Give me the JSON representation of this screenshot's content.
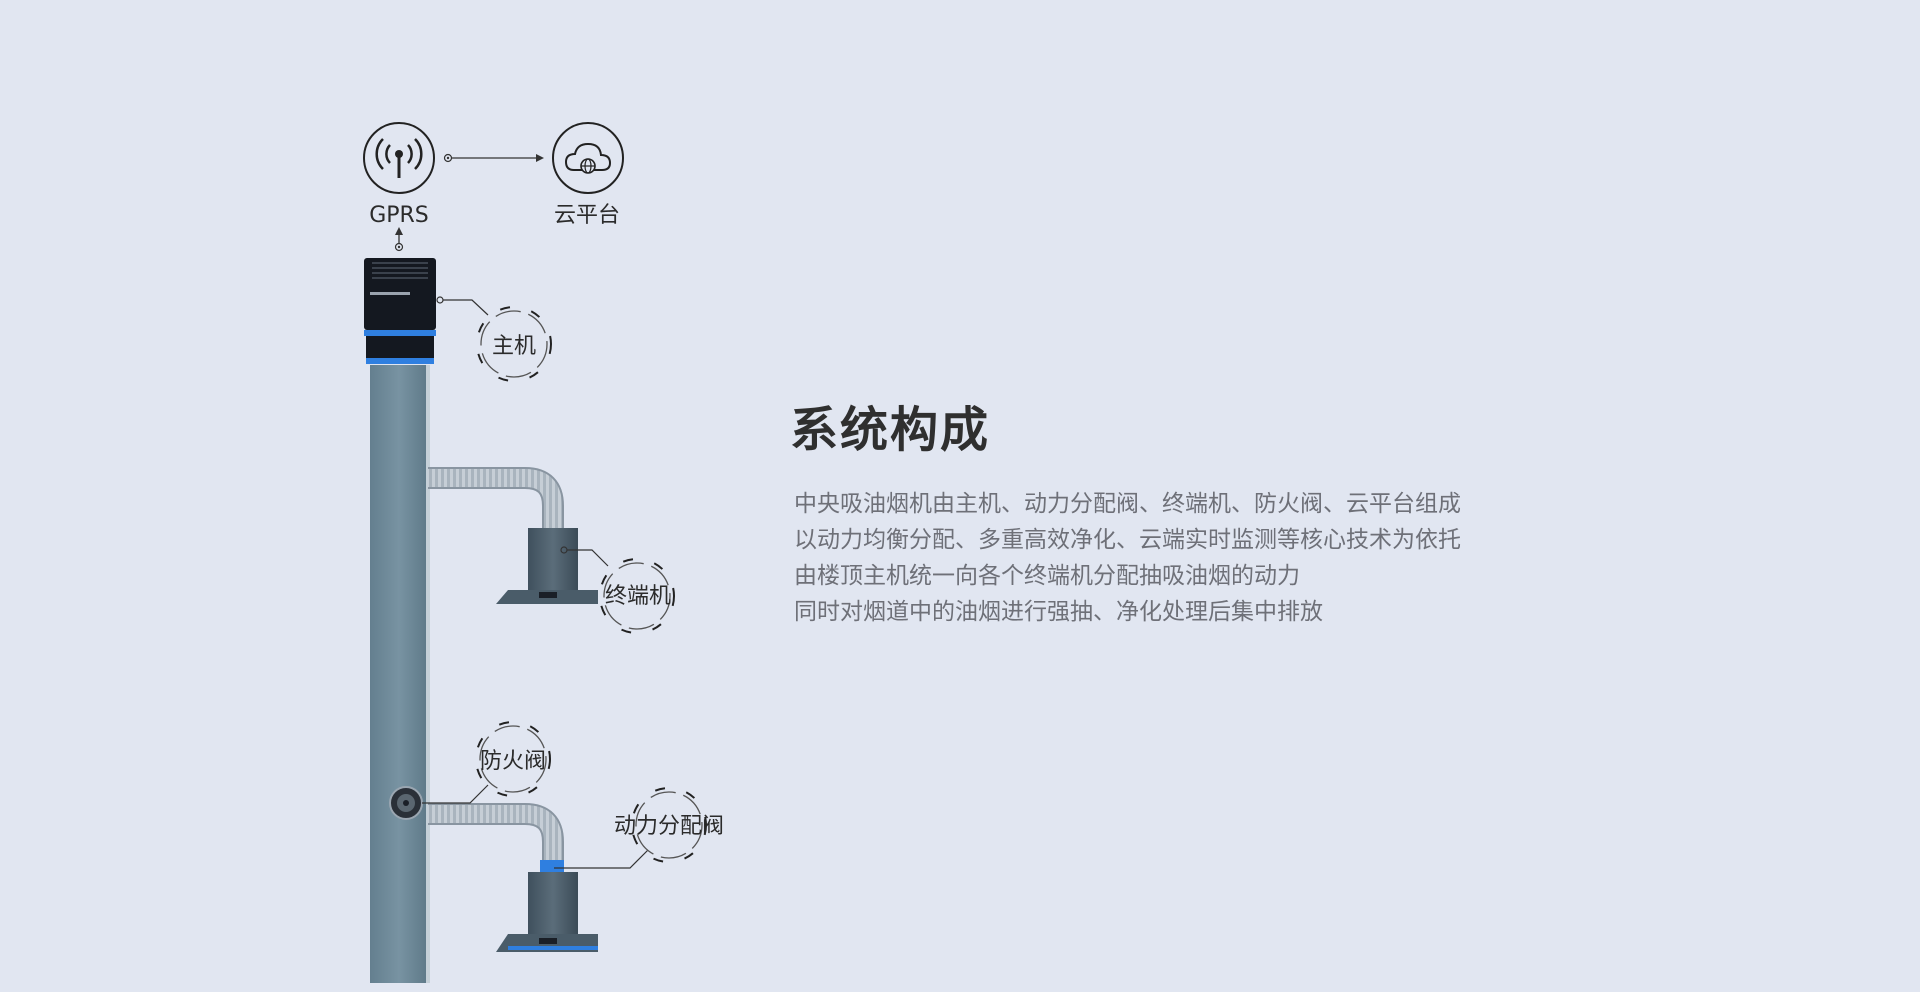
{
  "diagram": {
    "labels": {
      "gprs": "GPRS",
      "cloud": "云平台",
      "host": "主机",
      "terminal": "终端机",
      "fire_damper": "防火阀",
      "power_valve": "动力分配阀"
    }
  },
  "section": {
    "title": "系统构成",
    "paragraphs": [
      "中央吸油烟机由主机、动力分配阀、终端机、防火阀、云平台组成",
      "以动力均衡分配、多重高效净化、云端实时监测等核心技术为依托",
      "由楼顶主机统一向各个终端机分配抽吸油烟的动力",
      "同时对烟道中的油烟进行强抽、净化处理后集中排放"
    ]
  },
  "colors": {
    "background": "#e1e6f1",
    "duct": "#6f8b9a",
    "accent_blue": "#2f7fe0",
    "host_body": "#141820"
  }
}
